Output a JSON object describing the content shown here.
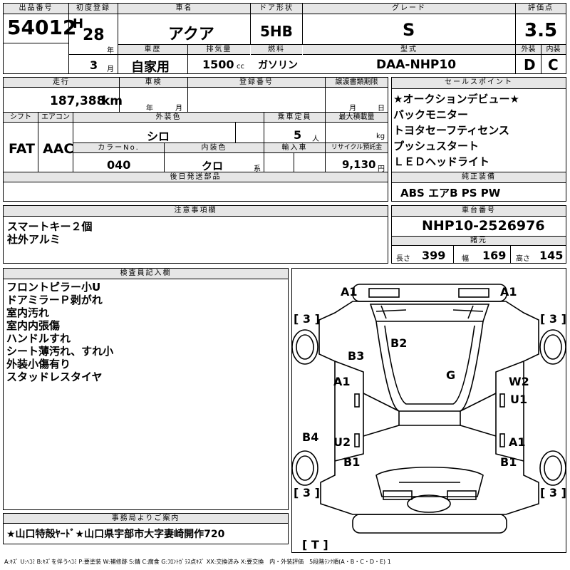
{
  "header": {
    "lot_label": "出品番号",
    "lot_value": "54012",
    "reg_label": "初度登録",
    "era": "H",
    "reg_year": "28",
    "year_unit": "年",
    "reg_month": "3",
    "month_unit": "月",
    "car_label": "車名",
    "car_value": "アクア",
    "door_label": "ドア形状",
    "door_value": "5HB",
    "grade_label": "グレード",
    "grade_value": "S",
    "score_label": "評価点",
    "score_value": "3.5",
    "ext_label": "外装",
    "ext_value": "D",
    "int_label": "内装",
    "int_value": "C",
    "history_label": "車歴",
    "history_value": "自家用",
    "disp_label": "排気量",
    "disp_value": "1500",
    "disp_unit": "cc",
    "fuel_label": "燃料",
    "fuel_value": "ガソリン",
    "model_label": "型式",
    "model_value": "DAA-NHP10"
  },
  "specs": {
    "mileage_label": "走行",
    "mileage_value": "187,388",
    "mileage_unit": "km",
    "inspection_label": "車検",
    "insp_year_unit": "年",
    "insp_month_unit": "月",
    "regno_label": "登録番号",
    "transfer_label": "譲渡書類期限",
    "transfer_month_unit": "月",
    "transfer_day_unit": "日",
    "shift_label": "シフト",
    "shift_value": "FAT",
    "ac_label": "エアコン",
    "ac_value": "AAC",
    "extcolor_label": "外装色",
    "extcolor_value": "シロ",
    "capacity_label": "乗車定員",
    "capacity_value": "5",
    "capacity_unit": "人",
    "load_label": "最大積載量",
    "load_unit": "kg",
    "colorno_label": "カラーNo.",
    "colorno_value": "040",
    "intcolor_label": "内装色",
    "intcolor_value": "クロ",
    "intcolor_unit": "系",
    "import_label": "輸入車",
    "recycle_label": "リサイクル預託金",
    "recycle_value": "9,130",
    "recycle_unit": "円",
    "later_label": "後日発送部品"
  },
  "sales_points": {
    "label": "セールスポイント",
    "items": [
      "★オークションデビュー★",
      "バックモニター",
      "トヨタセーフティセンス",
      "プッシュスタート",
      "ＬＥＤヘッドライト"
    ]
  },
  "genuine": {
    "label": "純正装備",
    "value": "ABS エアB PS PW"
  },
  "notes": {
    "label": "注意事項欄",
    "lines": [
      "スマートキー２個",
      "社外アルミ"
    ]
  },
  "chassis": {
    "label": "車台番号",
    "value": "NHP10-2526976",
    "dims_label": "諸元",
    "length_label": "長さ",
    "length_value": "399",
    "width_label": "幅",
    "width_value": "169",
    "height_label": "高さ",
    "height_value": "145"
  },
  "inspector": {
    "label": "検査員記入欄",
    "lines": [
      "フロントピラー小U",
      "ドアミラーＰ剥がれ",
      "室内汚れ",
      "室内内張傷",
      "ハンドルすれ",
      "シート薄汚れ、すれ小",
      "外装小傷有り",
      "スタッドレスタイヤ"
    ]
  },
  "diagram": {
    "a1_front_left": "A1",
    "a1_front_right": "A1",
    "bracket_tl": "[ 3 ]",
    "bracket_tr": "[ 3 ]",
    "bracket_bl": "[ 3 ]",
    "bracket_br": "[ 3 ]",
    "bracket_t": "[ T ]",
    "b2": "B2",
    "b3": "B3",
    "g": "G",
    "a1_left_front_door": "A1",
    "w2": "W2",
    "u1": "U1",
    "b4": "B4",
    "u2": "U2",
    "a1_right_rear": "A1",
    "b1_left": "B1",
    "b1_right": "B1"
  },
  "office": {
    "label": "事務局よりご案内",
    "value": "★山口特殻ﾔｰﾄﾞ★山口県宇部市大字妻崎開作720"
  },
  "legend": "A:ｷｽﾞ U:ﾍｺﾐ B:ｷｽﾞを伴うﾍｺﾐ P:要塗装 W:補修跡 S:錆 C:腐食 G:ﾌﾛﾝﾄｶﾞﾗｽ点ｷｽﾞ XX:交換済み X:要交換　内・外装評価　5段階ﾗﾝｸ順(A・B・C・D・E) 1"
}
